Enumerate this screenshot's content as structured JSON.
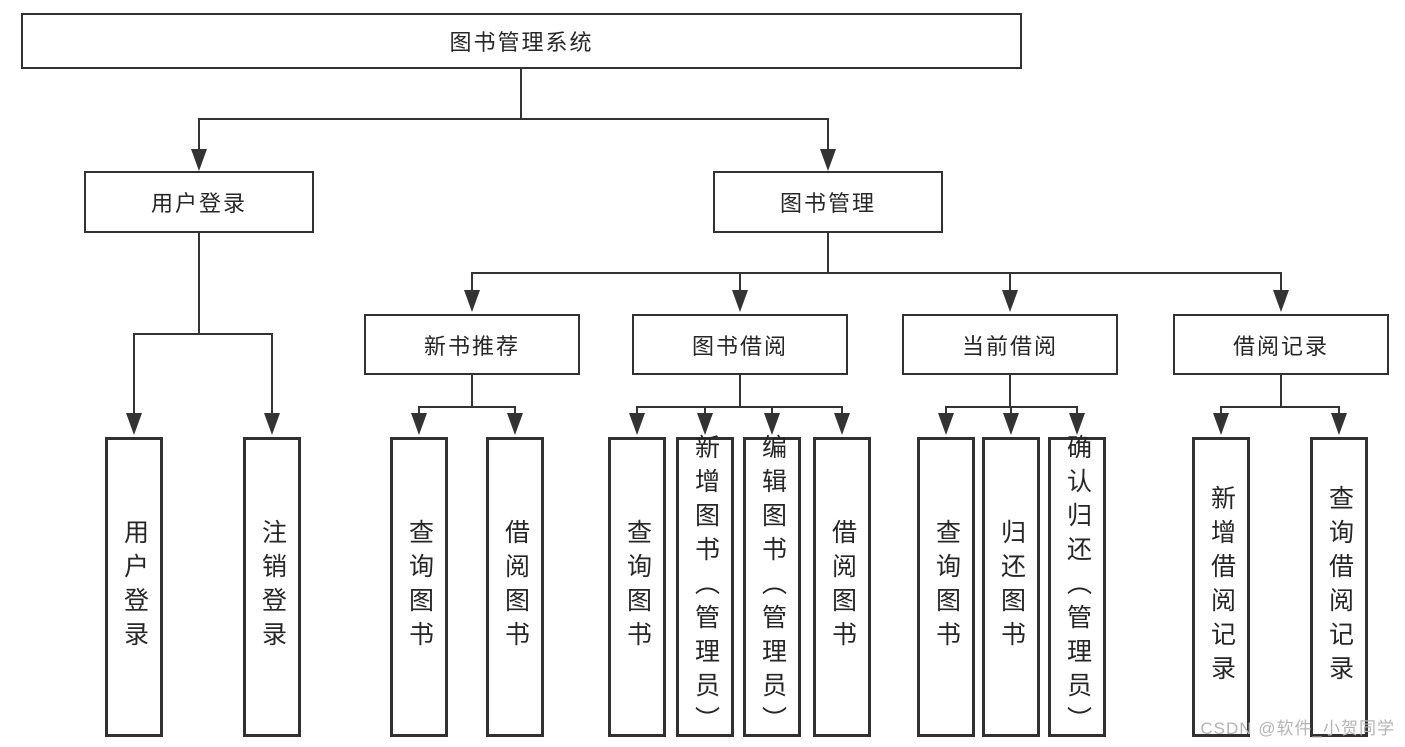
{
  "diagram": {
    "title": "图书管理系统",
    "nodes": {
      "root": "图书管理系统",
      "user_login": "用户登录",
      "book_management": "图书管理",
      "new_book_recommend": "新书推荐",
      "book_borrowing": "图书借阅",
      "current_borrowing": "当前借阅",
      "borrowing_records": "借阅记录"
    },
    "leaves": {
      "user_login": [
        "用户登录",
        "注销登录"
      ],
      "new_book_recommend": [
        "查询图书",
        "借阅图书"
      ],
      "book_borrowing": [
        "查询图书",
        "新增图书（管理员）",
        "编辑图书（管理员）",
        "借阅图书"
      ],
      "current_borrowing": [
        "查询图书",
        "归还图书",
        "确认归还（管理员）"
      ],
      "borrowing_records": [
        "新增借阅记录",
        "查询借阅记录"
      ]
    },
    "watermark": {
      "text": "CSDN @软件_小贺同学"
    },
    "colors": {
      "line": "#333333",
      "text": "#262626",
      "watermark": "#b4b4b4",
      "background": "#ffffff"
    }
  }
}
